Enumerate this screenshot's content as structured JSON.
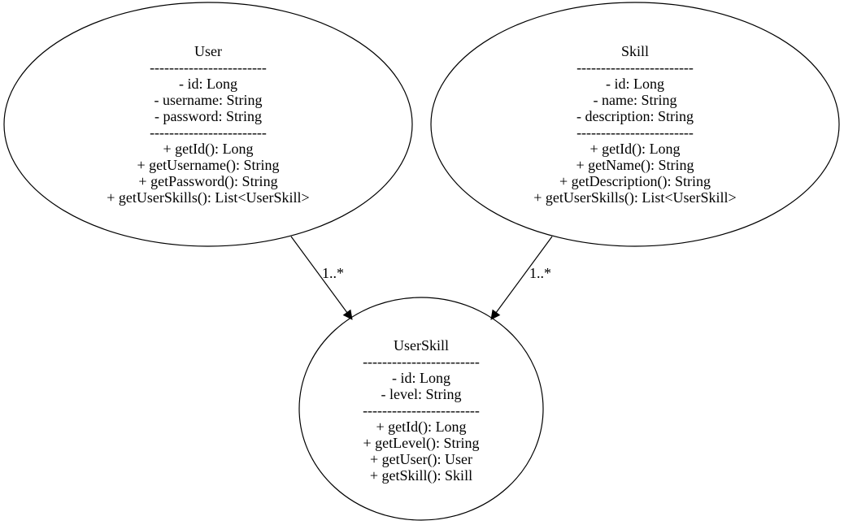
{
  "colors": {
    "background": "#ffffff",
    "stroke": "#000000",
    "text": "#000000"
  },
  "nodes": {
    "user": {
      "lines": [
        "User",
        "------------------------",
        "- id: Long",
        "- username: String",
        "- password: String",
        "------------------------",
        "+ getId(): Long",
        "+ getUsername(): String",
        "+ getPassword(): String",
        "+ getUserSkills(): List<UserSkill>"
      ]
    },
    "skill": {
      "lines": [
        "Skill",
        "------------------------",
        "- id: Long",
        "- name: String",
        "- description: String",
        "------------------------",
        "+ getId(): Long",
        "+ getName(): String",
        "+ getDescription(): String",
        "+ getUserSkills(): List<UserSkill>"
      ]
    },
    "userskill": {
      "lines": [
        "UserSkill",
        "------------------------",
        "- id: Long",
        "- level: String",
        "------------------------",
        "+ getId(): Long",
        "+ getLevel(): String",
        "+ getUser(): User",
        "+ getSkill(): Skill"
      ]
    }
  },
  "edges": {
    "user_to_userskill": {
      "label": "1..*"
    },
    "skill_to_userskill": {
      "label": "1..*"
    }
  }
}
